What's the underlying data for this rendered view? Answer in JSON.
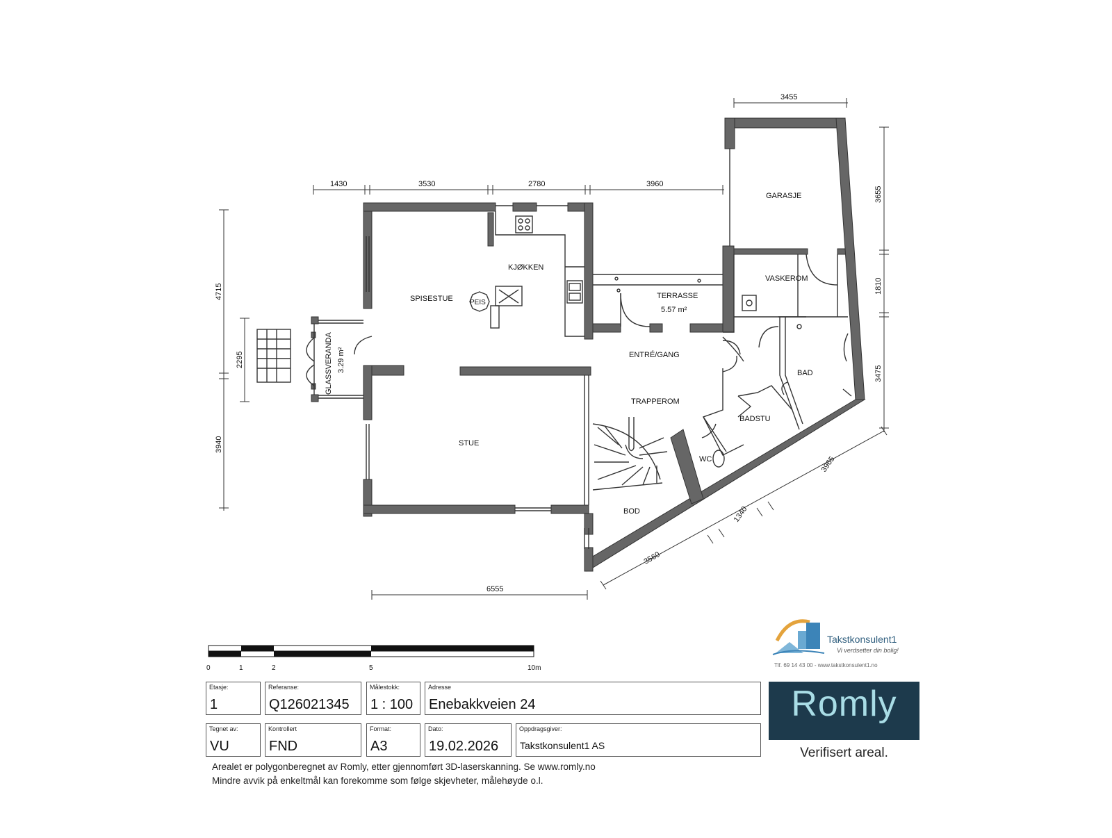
{
  "rooms": {
    "spisestue": "SPISESTUE",
    "kjokken": "KJØKKEN",
    "peis": "PEIS",
    "stue": "STUE",
    "glassveranda": "GLASSVERANDA",
    "glassveranda_area": "3.29 m²",
    "terrasse": "TERRASSE",
    "terrasse_area": "5.57 m²",
    "garasje": "GARASJE",
    "vaskerom": "VASKEROM",
    "entre": "ENTRÉ/GANG",
    "trapperom": "TRAPPEROM",
    "bad": "BAD",
    "badstu": "BADSTU",
    "wc": "WC",
    "bod": "BOD"
  },
  "dimensions": {
    "top_1430": "1430",
    "top_3530": "3530",
    "top_2780": "2780",
    "top_3960": "3960",
    "top_3455": "3455",
    "left_4715": "4715",
    "left_2295": "2295",
    "left_3940": "3940",
    "right_3655": "3655",
    "right_1810": "1810",
    "right_3475": "3475",
    "diag_3965": "3965",
    "diag_1340": "1340",
    "diag_3560": "3560",
    "bottom_6555": "6555"
  },
  "scale_bar": {
    "labels": [
      "0",
      "1",
      "2",
      "5",
      "10m"
    ]
  },
  "title_block": {
    "etasje_label": "Etasje:",
    "etasje": "1",
    "referanse_label": "Referanse:",
    "referanse": "Q126021345",
    "malestokk_label": "Målestokk:",
    "malestokk": "1 : 100",
    "adresse_label": "Adresse",
    "adresse": "Enebakkveien 24",
    "tegnet_label": "Tegnet av:",
    "tegnet": "VU",
    "kontrollert_label": "Kontrollert",
    "kontrollert": "FND",
    "format_label": "Format:",
    "format": "A3",
    "dato_label": "Dato:",
    "dato": "19.02.2026",
    "oppdragsgiver_label": "Oppdragsgiver:",
    "oppdragsgiver": "Takstkonsulent1 AS"
  },
  "notes": {
    "line1": "Arealet er polygonberegnet av Romly, etter gjennomført 3D-laserskanning. Se www.romly.no",
    "line2": "Mindre avvik på enkeltmål kan forekomme som følge skjevheter, målehøyde o.l."
  },
  "brand": {
    "romly": "Romly",
    "verified": "Verifisert areal.",
    "romly_bg": "#1d3a4c",
    "romly_fg": "#a9dde6",
    "tk_name": "Takstkonsulent1",
    "tk_tagline": "Vi verdsetter din bolig!",
    "tk_contact": "Tlf. 69 14 43 00 - www.takstkonsulent1.no"
  }
}
